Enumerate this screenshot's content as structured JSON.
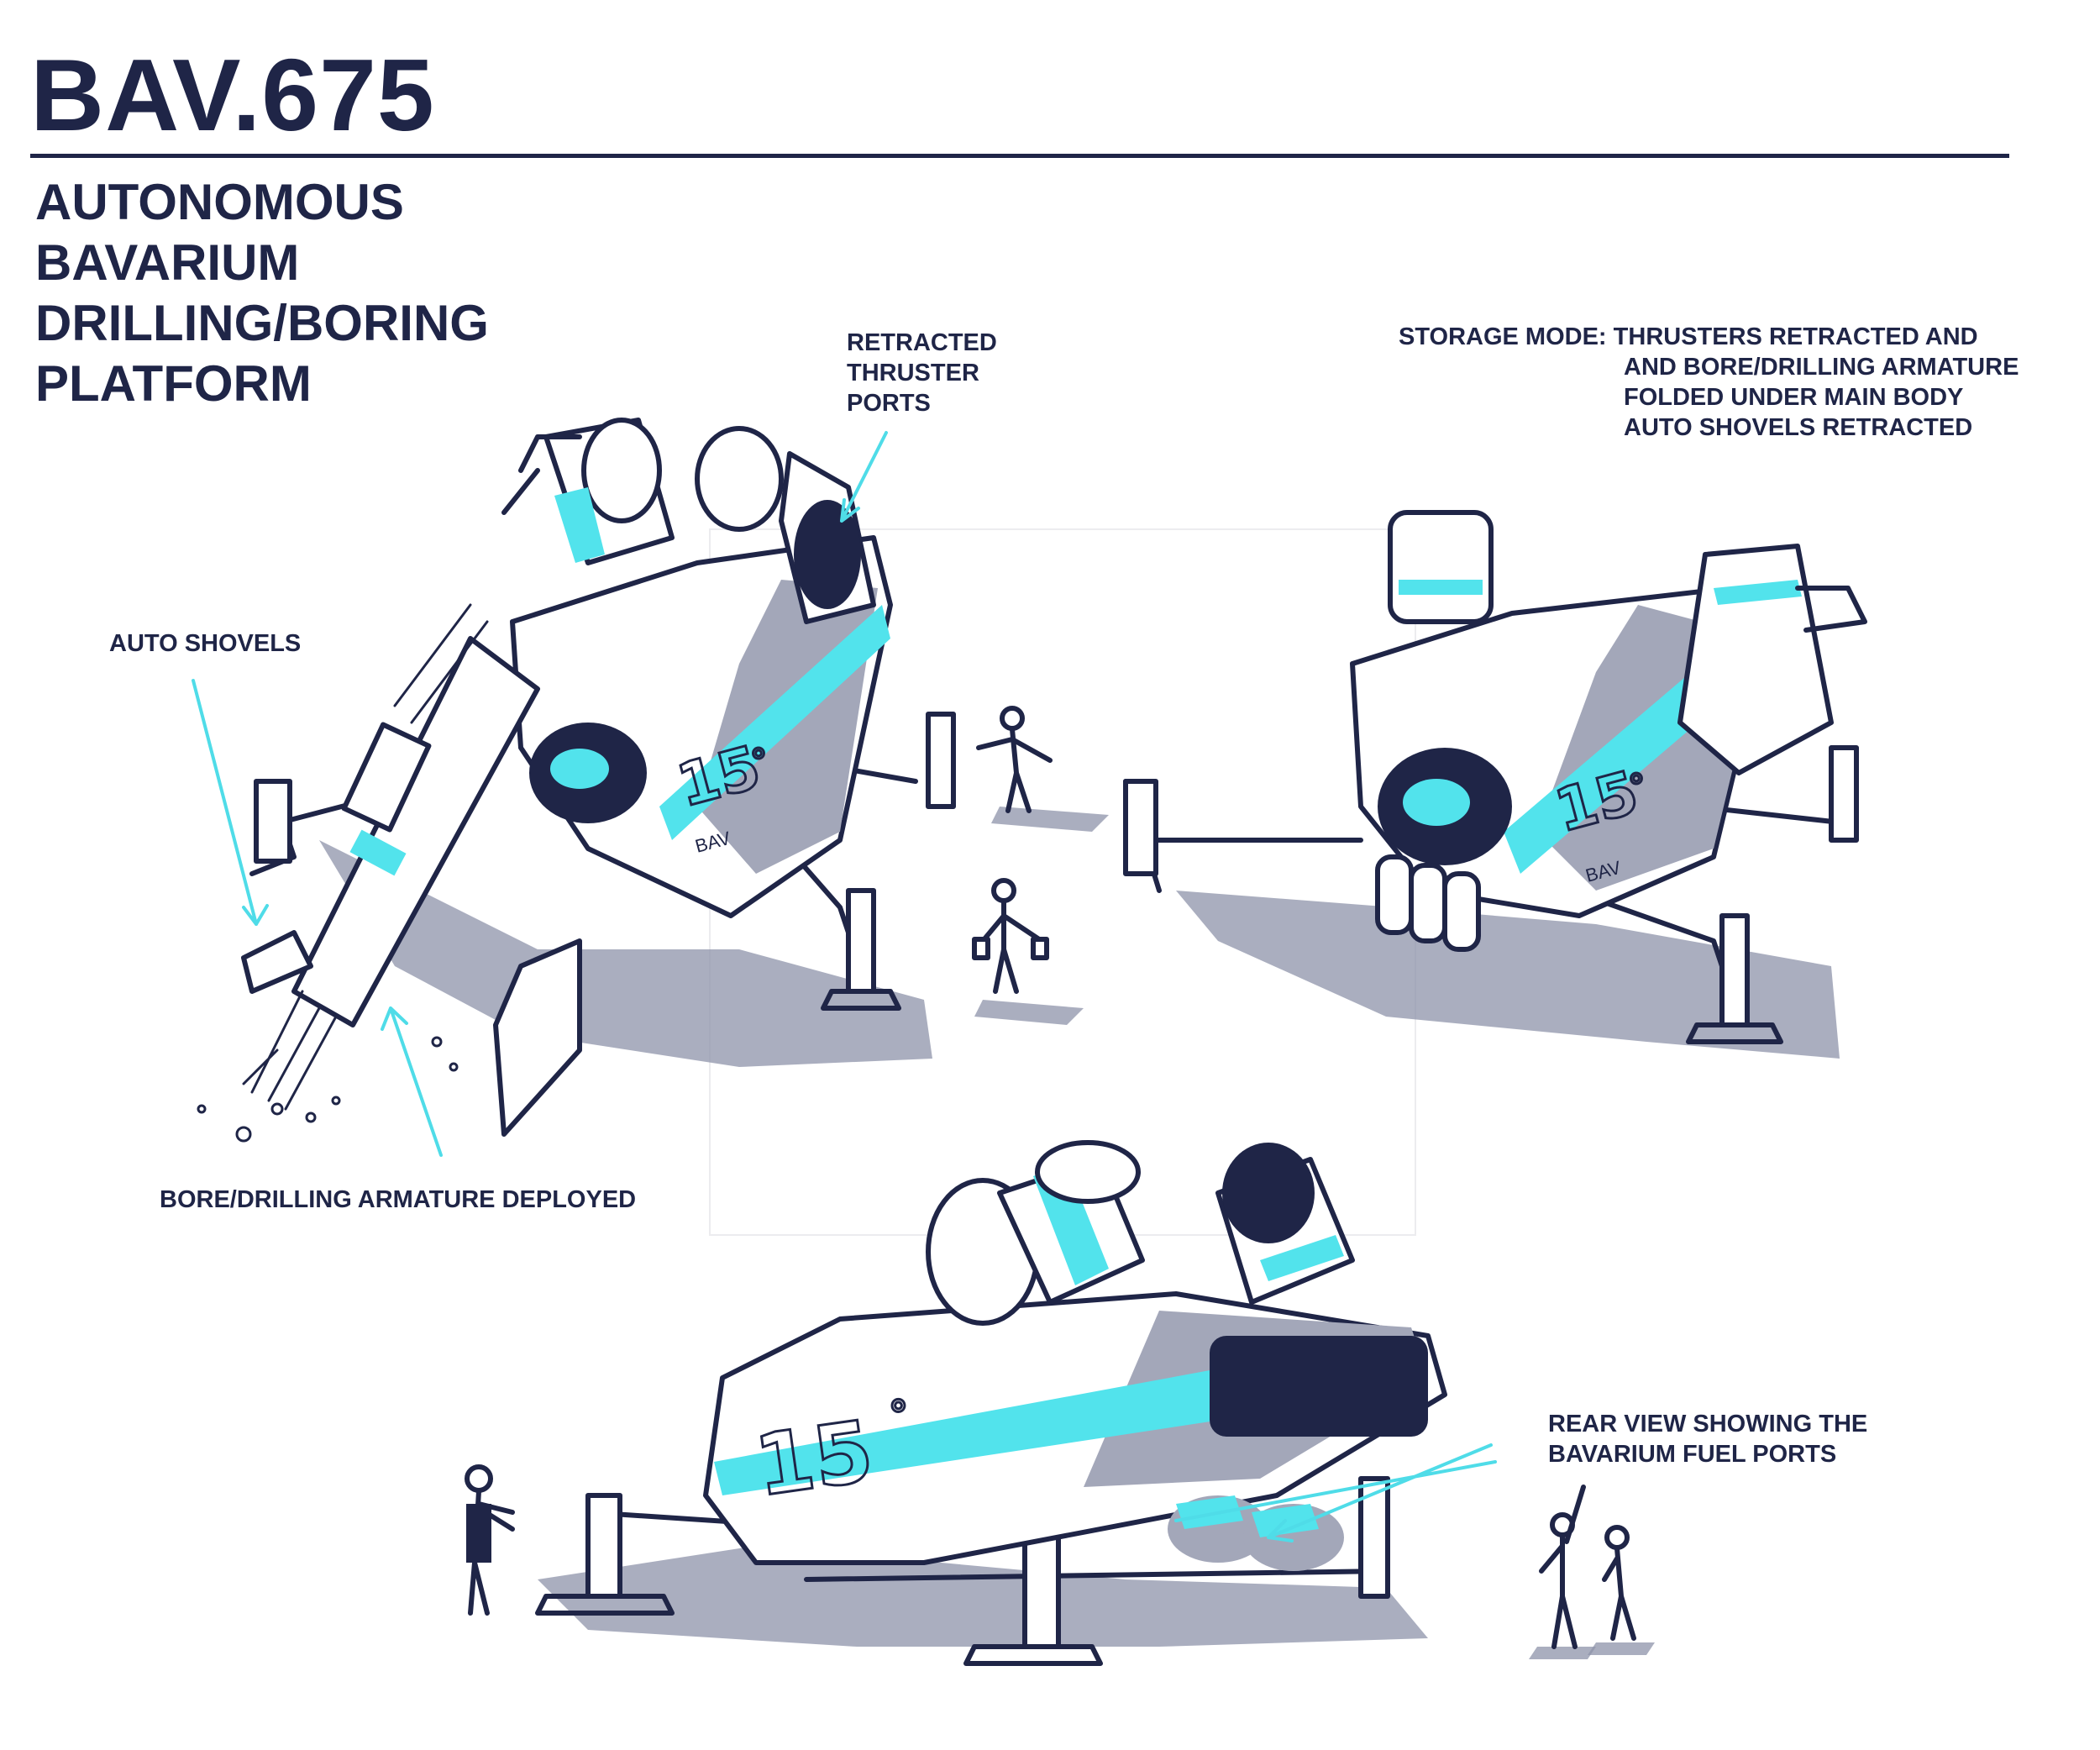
{
  "title": "BAV.675",
  "subtitle_lines": [
    "AUTONOMOUS",
    "BAVARIUM",
    "DRILLING/BORING",
    "PLATFORM"
  ],
  "labels": {
    "retracted_thruster_ports": [
      "RETRACTED",
      "THRUSTER",
      "PORTS"
    ],
    "storage_mode_lead": "STORAGE MODE:",
    "storage_mode_lines": [
      "THRUSTERS RETRACTED AND",
      "AND BORE/DRILLING ARMATURE",
      "FOLDED UNDER MAIN BODY",
      "AUTO SHOVELS RETRACTED"
    ],
    "auto_shovels": "AUTO SHOVELS",
    "bore_deployed": "BORE/DRILLING ARMATURE DEPLOYED",
    "rear_view": [
      "REAR VIEW SHOWING THE",
      "BAVARIUM FUEL PORTS"
    ]
  },
  "hull_markings": {
    "number": "15",
    "degree": "°",
    "badge": "BAV"
  },
  "colors": {
    "ink": "#1f2547",
    "accent": "#52e3ec",
    "shadow": "#8e93aa",
    "panel": "#a3a7b9"
  },
  "icons": [
    "arrow-to-auto-shovels",
    "arrow-to-bore-armature",
    "arrow-to-thruster-ports",
    "arrow-to-fuel-ports"
  ]
}
